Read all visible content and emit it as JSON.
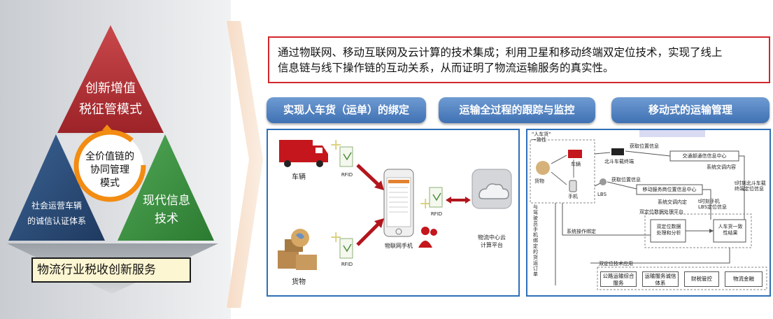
{
  "pyramid": {
    "top": "创新增值税征管模式",
    "top_line1": "创新增值",
    "top_line2": "税征管模式",
    "left_line1": "社会运营车辆",
    "left_line2": "的诚信认证体系",
    "right_line1": "现代信息",
    "right_line2": "技术",
    "center_line1": "全价值链的",
    "center_line2": "协同管理",
    "center_line3": "模式",
    "colors": {
      "top": "#b83236",
      "left": "#2c4d78",
      "right": "#3a8f3f",
      "ring": "#f28c12"
    }
  },
  "bottom_box": "物流行业税收创新服务",
  "summary": {
    "line1": "通过物联网、移动互联网及云计算的技术集成；利用卫星和移动终端双定位技术，实现了线上",
    "line2": "信息链与线下操作链的互动关系，从而证明了物流运输服务的真实性。"
  },
  "tabs": [
    "实现人车货（运单）的绑定",
    "运输全过程的跟踪与监控",
    "移动式的运输管理"
  ],
  "panel1": {
    "vehicle": "车辆",
    "cargo": "货物",
    "rfid": "RFID",
    "phone": "物联网手机",
    "cloud_line1": "物流中心云",
    "cloud_line2": "计算平台"
  },
  "panel2": {
    "title_line1": "\"人车货\"",
    "title_line2": "一致性",
    "cargo": "货物",
    "vehicle": "车辆",
    "phone": "手机",
    "lbs": "LBS",
    "beidou": "北斗车载终端",
    "get_pos1": "获取位置信息",
    "get_pos2": "获取位置信息",
    "center1": "交通部通信信息中心",
    "center2": "移动服务商位置信息中心",
    "sys_cmp": "系统交调内容",
    "sys_cmp2": "系统交调内定",
    "realtime_bd_line1": "t时刻北斗车载",
    "realtime_bd_line2": "终端定位信息",
    "realtime_ph_line1": "t时刻手机",
    "realtime_ph_line2": "LBS定位信息",
    "dual_platform": "双定位数据处理平台",
    "op_bind": "系统操作绑定",
    "dual_analysis_line1": "双定位数据",
    "dual_analysis_line2": "处理和分析",
    "consistency_line1": "人车货一致",
    "consistency_line2": "性结果",
    "side_text": "与驾驶员手机绑定的货运订单",
    "app_title": "双定位技术应用",
    "apps": [
      "公路运输综合服务",
      "运输服务诚信体系",
      "财税管控",
      "物流金融"
    ]
  }
}
